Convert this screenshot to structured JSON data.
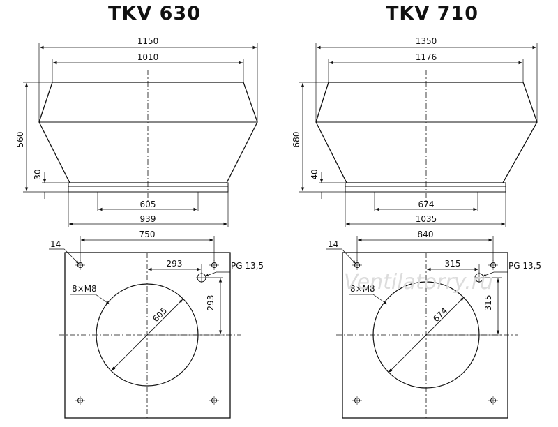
{
  "models": [
    {
      "title": "TKV 630",
      "dims": {
        "outer_width": "1150",
        "top_width": "1010",
        "height": "560",
        "base_height": "30",
        "inner_base": "605",
        "base_width": "939"
      },
      "plate": {
        "hole_span": "750",
        "hole_diameter": "14",
        "gland_offset_x": "293",
        "gland_offset_y": "293",
        "gland_label": "PG 13,5",
        "bolt_label": "8×M8",
        "circle_diameter": "605"
      }
    },
    {
      "title": "TKV 710",
      "dims": {
        "outer_width": "1350",
        "top_width": "1176",
        "height": "680",
        "base_height": "40",
        "inner_base": "674",
        "base_width": "1035"
      },
      "plate": {
        "hole_span": "840",
        "hole_diameter": "14",
        "gland_offset_x": "315",
        "gland_offset_y": "315",
        "gland_label": "PG 13,5",
        "bolt_label": "8×M8",
        "circle_diameter": "674"
      }
    }
  ],
  "watermark": "Ventilatorry.ru"
}
